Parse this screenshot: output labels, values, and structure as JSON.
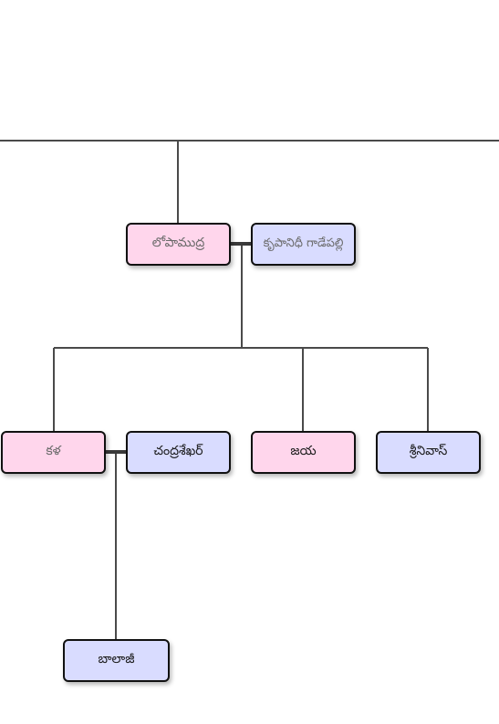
{
  "colors": {
    "female_fill": "#ffd6ec",
    "male_fill": "#d9dcff",
    "border": "#111111",
    "line": "#4a4a4a"
  },
  "people": {
    "lopamudra": {
      "name": "లోపాముద్ర",
      "gender": "female"
    },
    "krupanidhi": {
      "name": "కృపానిధీ గాడేపల్లి",
      "gender": "male"
    },
    "kala": {
      "name": "కళ",
      "gender": "female"
    },
    "chandrasekhar": {
      "name": "చంద్రశేఖర్",
      "gender": "male"
    },
    "jaya": {
      "name": "జయ",
      "gender": "female"
    },
    "srinivas": {
      "name": "శ్రీనివాస్",
      "gender": "male"
    },
    "balaji": {
      "name": "బాలాజీ",
      "gender": "male"
    }
  }
}
